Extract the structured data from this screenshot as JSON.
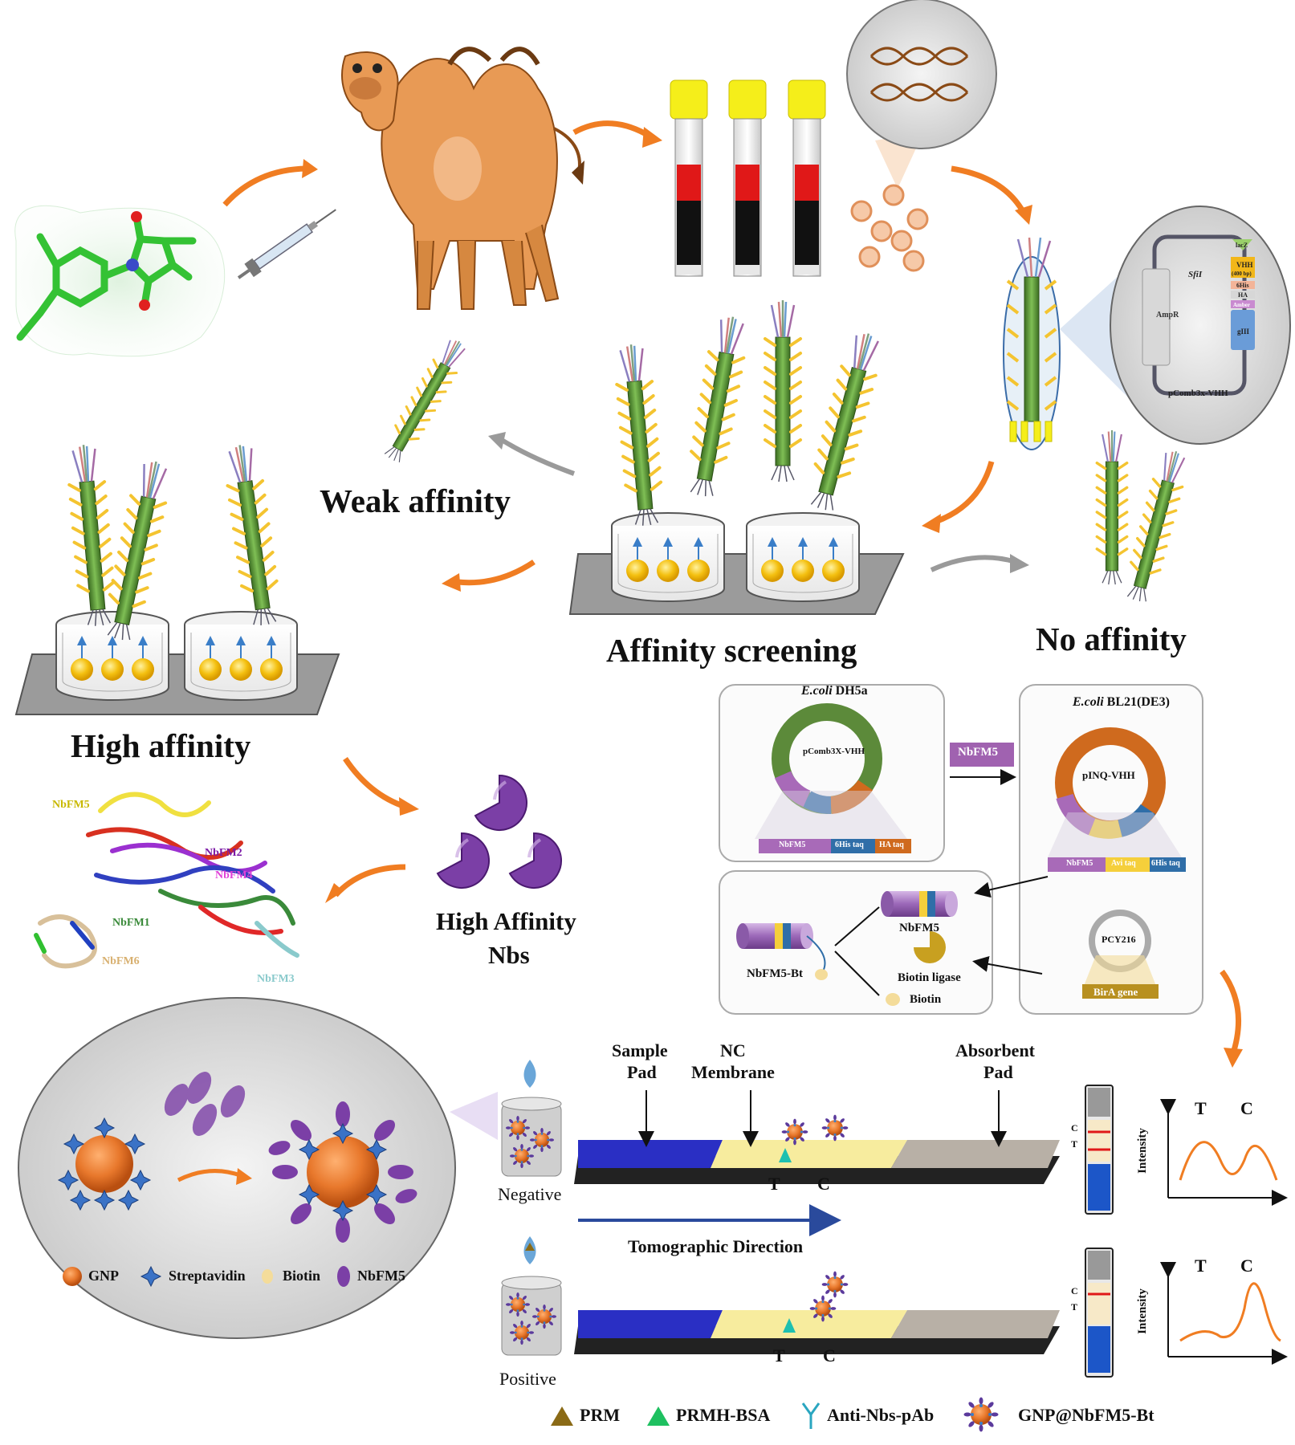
{
  "labels": {
    "weak_affinity": "Weak affinity",
    "affinity_screening": "Affinity screening",
    "no_affinity": "No affinity",
    "high_affinity": "High affinity",
    "high_affinity_nbs_1": "High Affinity",
    "high_affinity_nbs_2": "Nbs"
  },
  "phagemid": {
    "name": "pComb3x-VHH",
    "ampr": "AmpR",
    "sfi": "SfiI",
    "lacz": "lacZ",
    "vhh": "VHH",
    "vhh_bp": "(400 bp)",
    "his6": "6His",
    "ha": "HA",
    "amber": "Amber",
    "giii": "gIII"
  },
  "nanobodies": [
    "NbFM5",
    "NbFM2",
    "NbFM4",
    "NbFM1",
    "NbFM6",
    "NbFM3"
  ],
  "expression": {
    "dh5a_species": "E.coli",
    "dh5a_strain": " DH5a",
    "dh5a_plasmid": "pComb3X-VHH",
    "dh5a_seg1": "NbFM5",
    "dh5a_seg2": "6His taq",
    "dh5a_seg3": "HA taq",
    "arrow_label": "NbFM5",
    "bl21_species": "E.coli",
    "bl21_strain": " BL21(DE3)",
    "bl21_plasmid": "pINQ-VHH",
    "bl21_seg1": "NbFM5",
    "bl21_seg2": "Avi taq",
    "bl21_seg3": "6His taq",
    "nb_label": "NbFM5",
    "nbbt_label": "NbFM5-Bt",
    "ligase_label": "Biotin ligase",
    "biotin_label": "Biotin",
    "pcy_label": "PCY216",
    "bira_label": "BirA gene"
  },
  "strip": {
    "sample_pad_1": "Sample",
    "sample_pad_2": "Pad",
    "nc_1": "NC",
    "nc_2": "Membrane",
    "absorbent_1": "Absorbent",
    "absorbent_2": "Pad",
    "t_line": "T",
    "c_line": "C",
    "negative": "Negative",
    "positive": "Positive",
    "direction": "Tomographic Direction",
    "cassette_c": "C",
    "cassette_t": "T",
    "graph_ylabel": "Intensity",
    "graph_t": "T",
    "graph_c": "C"
  },
  "gnp_legend": {
    "gnp": "GNP",
    "streptavidin": "Streptavidin",
    "biotin": "Biotin",
    "nbfm5": "NbFM5"
  },
  "bottom_legend": {
    "prm": "PRM",
    "prmh_bsa": "PRMH-BSA",
    "anti_nbs": "Anti-Nbs-pAb",
    "gnp_nbfm5": "GNP@NbFM5-Bt"
  },
  "colors": {
    "arrow_orange": "#f07d22",
    "arrow_gray": "#9a9a9a",
    "phage_green": "#4f8a2f",
    "phage_yellow": "#f4c430",
    "nanobody_purple": "#7b3fa6",
    "sample_pad_blue": "#2a2fc4",
    "nc_yellow": "#f7ec9e",
    "absorbent_gray": "#b8b0a6",
    "gnp_orange": "#e8782c",
    "plasmid_green": "#5c8a3a",
    "plasmid_orange": "#cf6a1e",
    "plasmid_purple": "#a86ab8",
    "plasmid_blue": "#2f6ea8"
  }
}
